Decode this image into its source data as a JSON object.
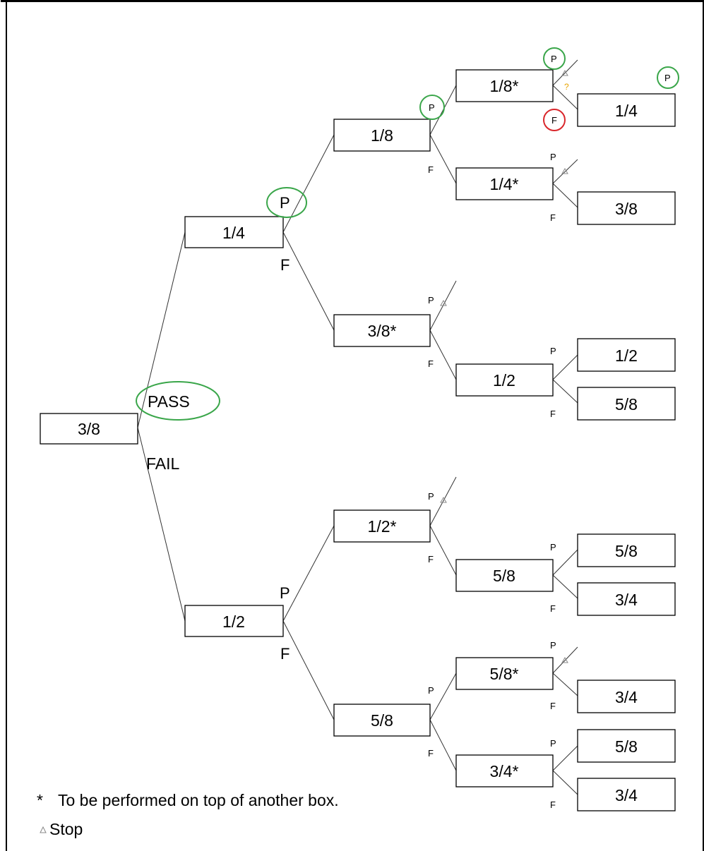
{
  "colors": {
    "border": "#000000",
    "line": "#333333",
    "pass": "#3aa64a",
    "fail": "#d9262b",
    "question": "#e8a400",
    "stop": "#888888"
  },
  "root": {
    "label": "3/8",
    "pass_label": "PASS",
    "fail_label": "FAIL"
  },
  "level1": {
    "top": {
      "label": "1/4",
      "p": "P",
      "f": "F"
    },
    "bottom": {
      "label": "1/2",
      "p": "P",
      "f": "F"
    }
  },
  "level2": {
    "n1": {
      "label": "1/8",
      "p": "P",
      "f": "F"
    },
    "n2": {
      "label": "3/8*",
      "p": "P",
      "f": "F"
    },
    "n3": {
      "label": "1/2*",
      "p": "P",
      "f": "F"
    },
    "n4": {
      "label": "5/8",
      "p": "P",
      "f": "F"
    }
  },
  "level3": {
    "n1": {
      "label": "1/8*",
      "p": "P",
      "q": "?",
      "f": "F"
    },
    "n2": {
      "label": "1/4*",
      "p": "P",
      "f": "F"
    },
    "n3": {
      "label": "1/2",
      "p": "P",
      "f": "F"
    },
    "n4": {
      "label": "5/8",
      "p": "P",
      "f": "F"
    },
    "n5": {
      "label": "5/8*",
      "p": "P",
      "f": "F"
    },
    "n6": {
      "label": "3/4*",
      "p": "P",
      "f": "F"
    }
  },
  "level4": {
    "n1": {
      "label": "1/4",
      "p": "P"
    },
    "n2": {
      "label": "3/8"
    },
    "n3": {
      "label": "1/2"
    },
    "n4": {
      "label": "5/8"
    },
    "n5": {
      "label": "5/8"
    },
    "n6": {
      "label": "3/4"
    },
    "n7": {
      "label": "3/4"
    },
    "n8": {
      "label": "5/8"
    },
    "n9": {
      "label": "3/4"
    }
  },
  "legend": {
    "asterisk_symbol": "*",
    "asterisk_text": "To be performed on top of another box.",
    "stop_text": "Stop"
  }
}
